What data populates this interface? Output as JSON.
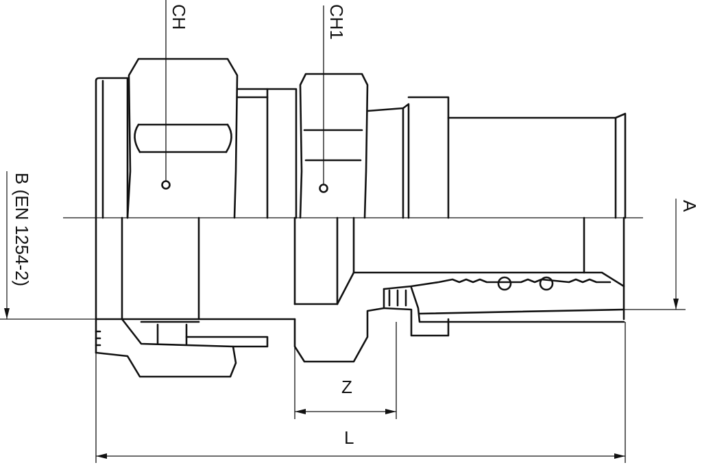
{
  "diagram": {
    "labels": {
      "ch": "CH",
      "ch1": "CH1",
      "b": "B (EN 1254-2)",
      "a": "A",
      "z": "Z",
      "l": "L"
    },
    "colors": {
      "line": "#111111",
      "background": "#ffffff"
    }
  }
}
